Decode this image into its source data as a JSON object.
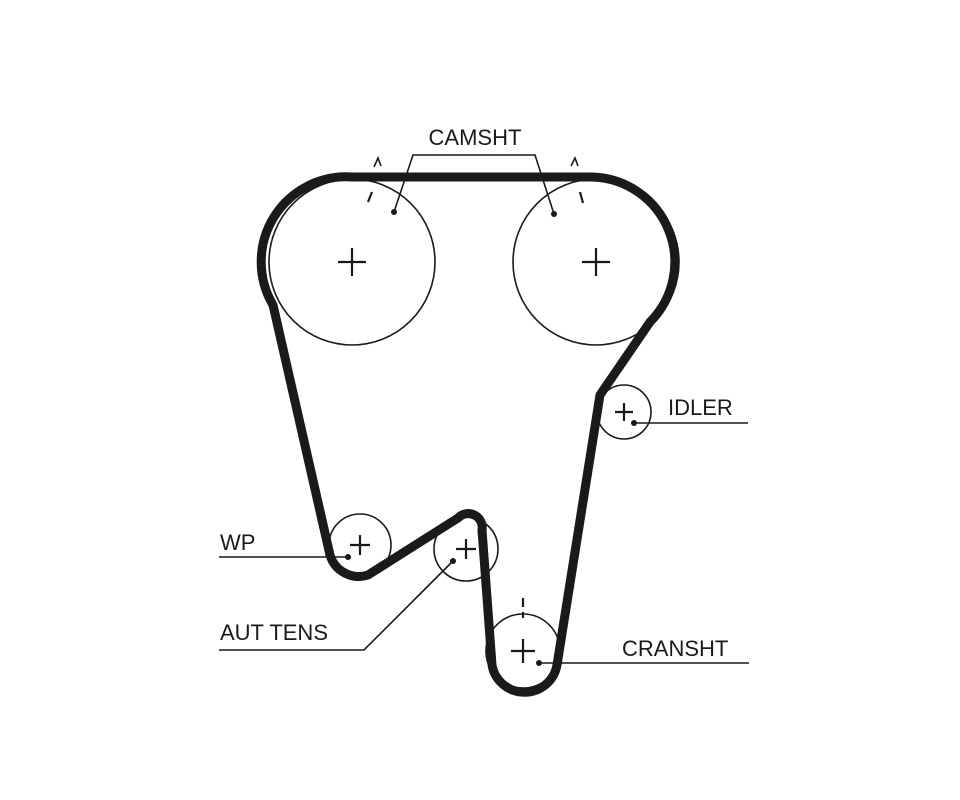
{
  "labels": {
    "camsht": "CAMSHT",
    "idler": "IDLER",
    "wp": "WP",
    "aut_tens": "AUT TENS",
    "cranksht": "CRANSHT"
  },
  "colors": {
    "ink": "#1a1a1a",
    "background": "#ffffff"
  }
}
